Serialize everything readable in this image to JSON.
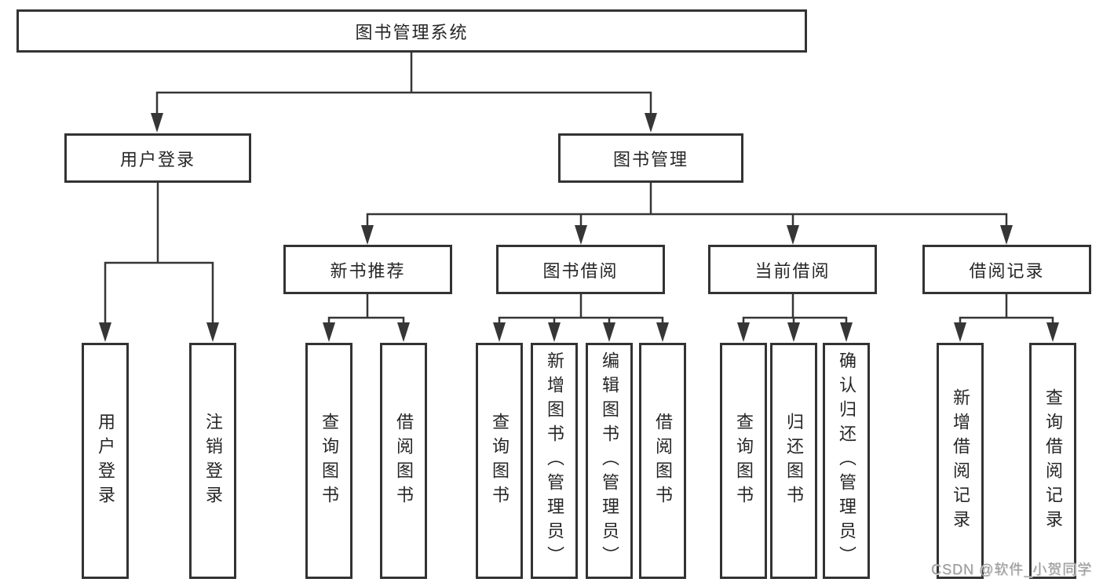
{
  "diagram": {
    "root": {
      "label": "图书管理系统",
      "children": [
        {
          "label": "用户登录",
          "children": [
            {
              "label": "用户登录"
            },
            {
              "label": "注销登录"
            }
          ]
        },
        {
          "label": "图书管理",
          "children": [
            {
              "label": "新书推荐",
              "children": [
                {
                  "label": "查询图书"
                },
                {
                  "label": "借阅图书"
                }
              ]
            },
            {
              "label": "图书借阅",
              "children": [
                {
                  "label": "查询图书"
                },
                {
                  "label": "新增图书（管理员）"
                },
                {
                  "label": "编辑图书（管理员）"
                },
                {
                  "label": "借阅图书"
                }
              ]
            },
            {
              "label": "当前借阅",
              "children": [
                {
                  "label": "查询图书"
                },
                {
                  "label": "归还图书"
                },
                {
                  "label": "确认归还（管理员）"
                }
              ]
            },
            {
              "label": "借阅记录",
              "children": [
                {
                  "label": "新增借阅记录"
                },
                {
                  "label": "查询借阅记录"
                }
              ]
            }
          ]
        }
      ]
    }
  },
  "watermark": {
    "text": "CSDN @软件_小贺同学"
  },
  "colors": {
    "line": "#363636",
    "border": "#333333",
    "text": "#262626",
    "watermark": "#9b9b9b",
    "background": "#ffffff"
  }
}
